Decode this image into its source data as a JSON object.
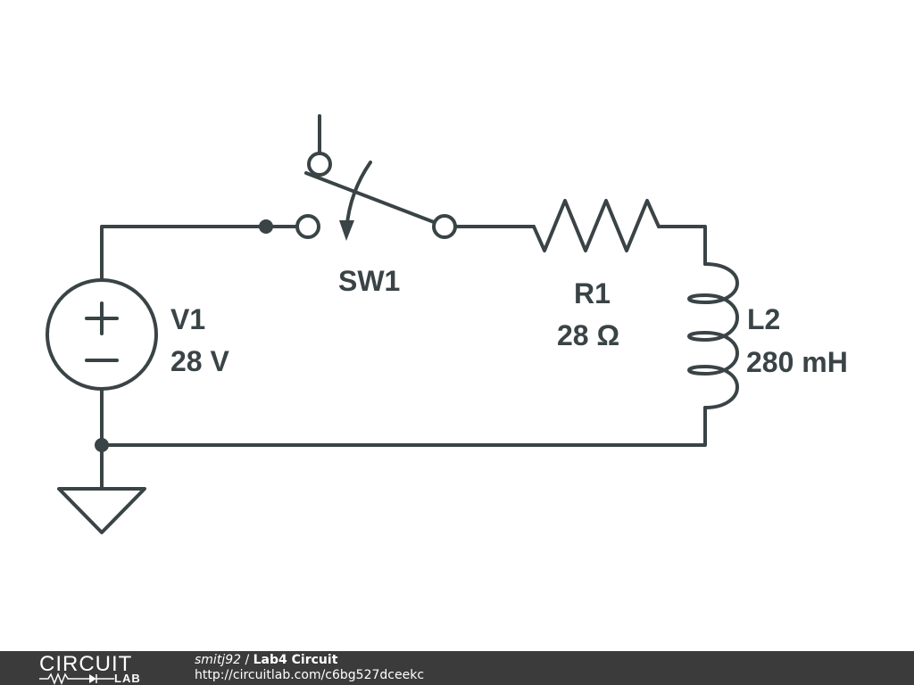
{
  "components": {
    "source": {
      "name": "V1",
      "value": "28 V"
    },
    "switch": {
      "name": "SW1"
    },
    "resistor": {
      "name": "R1",
      "value": "28 Ω"
    },
    "inductor": {
      "name": "L2",
      "value": "280 mH"
    }
  },
  "footer": {
    "logo_top": "CIRCUIT",
    "logo_bottom": "LAB",
    "user": "smitj92",
    "separator": " / ",
    "title": "Lab4 Circuit",
    "url": "http://circuitlab.com/c6bg527dceekc"
  },
  "colors": {
    "wire": "#3a4346",
    "footer_bg": "#3b3b3b"
  }
}
